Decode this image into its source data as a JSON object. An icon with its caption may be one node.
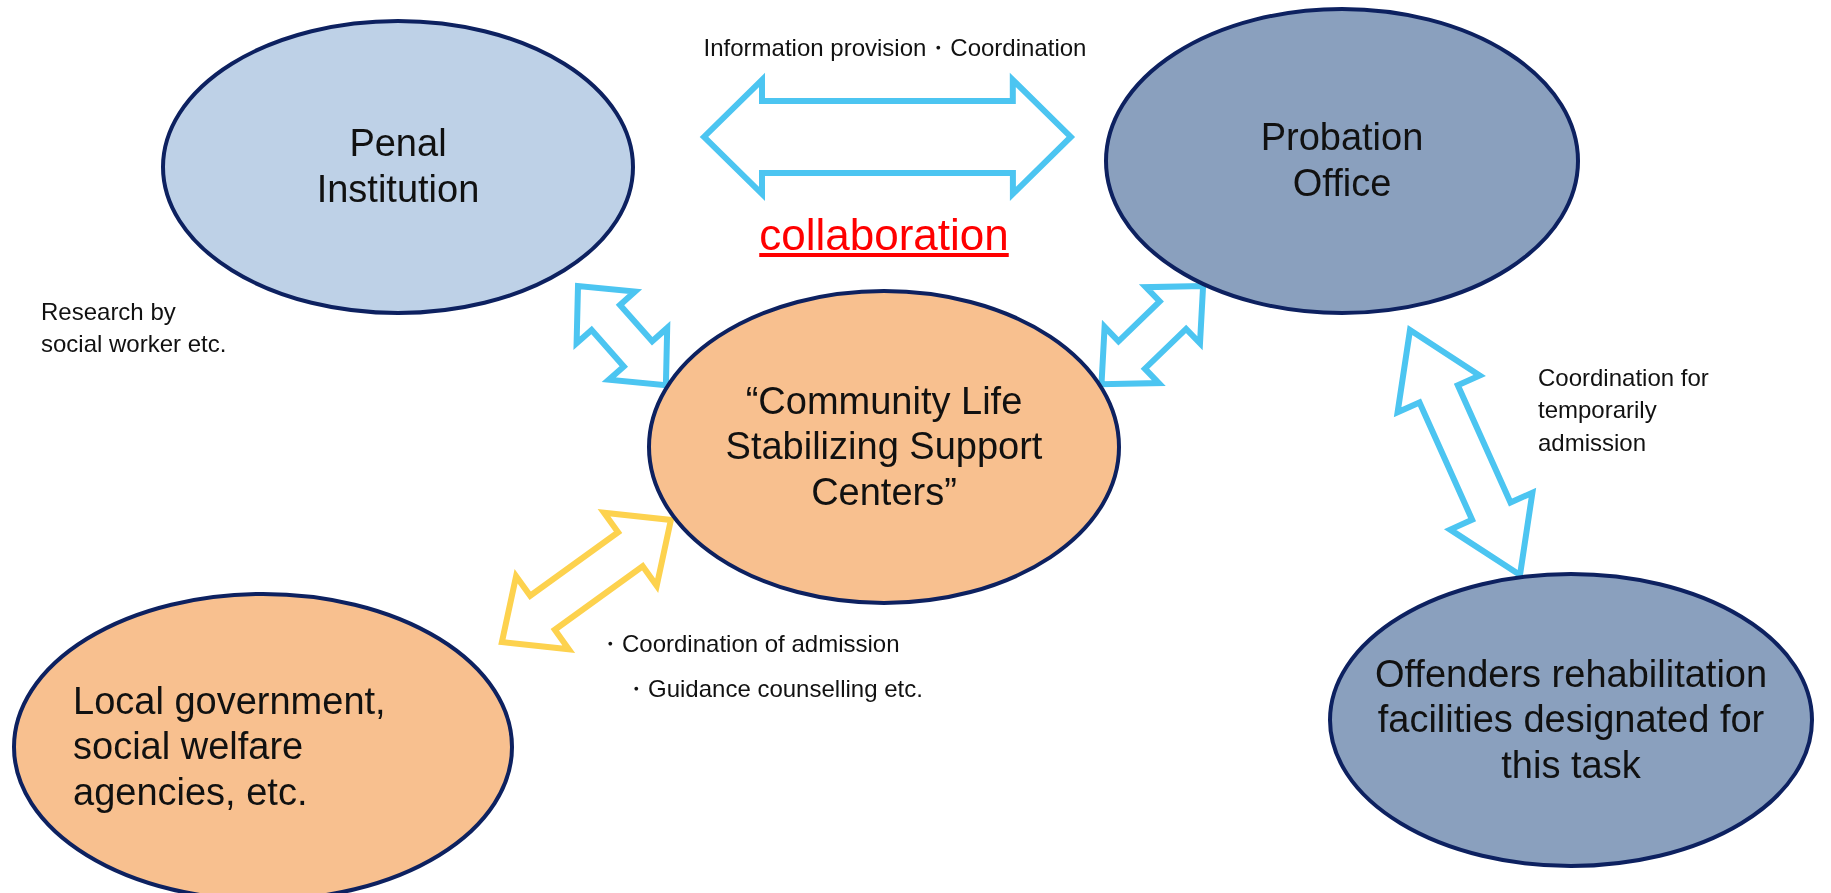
{
  "diagram": {
    "nodes": [
      {
        "text": [
          "Penal Institution"
        ]
      },
      {
        "text": [
          "Probation Office"
        ]
      },
      {
        "text": [
          "“Community Life Stabilizing Support Centers”"
        ]
      },
      {
        "text": [
          "Local government, social welfare agencies, etc."
        ]
      },
      {
        "text": [
          "Offenders rehabilitation facilities designated for this task"
        ]
      }
    ],
    "edges": [
      {
        "from": 0,
        "to": 1,
        "arrow": "both",
        "label": "Information provision・Coordination"
      },
      {
        "from": 0,
        "to": 2,
        "arrow": "both"
      },
      {
        "from": 1,
        "to": 2,
        "arrow": "both"
      },
      {
        "from": 1,
        "to": 4,
        "arrow": "both",
        "label": "Coordination for temporarily admission"
      },
      {
        "from": 3,
        "to": 2,
        "arrow": "both",
        "color": "#fdd24e"
      }
    ],
    "labels": [
      "collaboration",
      "Research by social worker etc.",
      "・Coordination of admission",
      "・Guidance counselling etc."
    ]
  }
}
